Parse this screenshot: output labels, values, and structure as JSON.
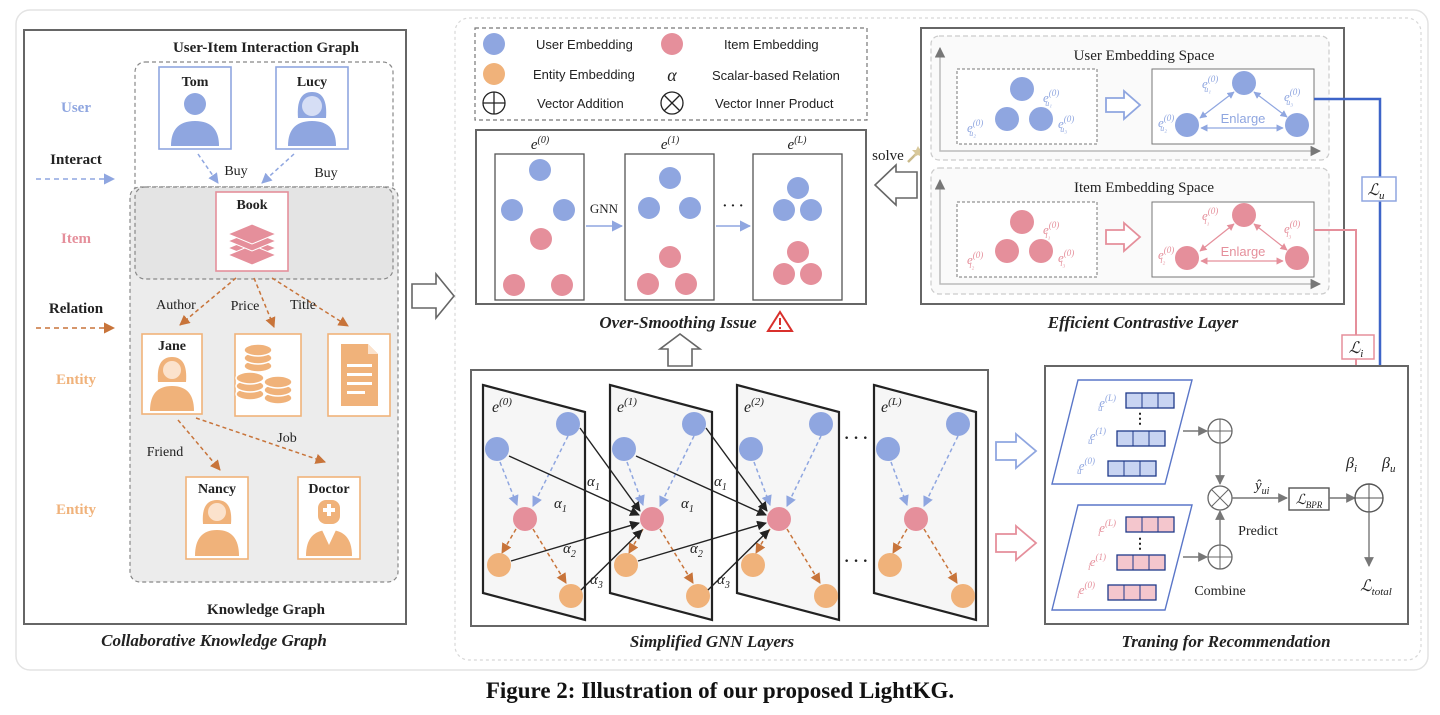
{
  "caption": "Figure 2: Illustration of our proposed LightKG.",
  "colors": {
    "user": "#8fa6e0",
    "item": "#e58f9b",
    "entity": "#f0b27a",
    "relation": "#c8743a",
    "panel_border": "#555555",
    "kg_fill": "#ececec"
  },
  "ckg": {
    "title": "Collaborative Knowledge Graph",
    "ui_graph_title": "User-Item Interaction Graph",
    "kg_title": "Knowledge Graph",
    "legend_user": "User",
    "legend_interact": "Interact",
    "legend_item": "Item",
    "legend_relation": "Relation",
    "legend_entity1": "Entity",
    "legend_entity2": "Entity",
    "user1": "Tom",
    "user2": "Lucy",
    "buy1": "Buy",
    "buy2": "Buy",
    "item": "Book",
    "rel_author": "Author",
    "rel_price": "Price",
    "rel_title": "Title",
    "entity_jane": "Jane",
    "rel_friend": "Friend",
    "rel_job": "Job",
    "entity_nancy": "Nancy",
    "entity_doctor": "Doctor"
  },
  "legend": {
    "user_embedding": "User Embedding",
    "item_embedding": "Item Embedding",
    "entity_embedding": "Entity Embedding",
    "alpha_symbol": "α",
    "scalar_relation": "Scalar-based Relation",
    "vector_addition": "Vector Addition",
    "vector_inner": "Vector Inner Product"
  },
  "oversmoothing": {
    "title": "Over-Smoothing Issue",
    "e0": "e",
    "e0_sup": "(0)",
    "e1": "e",
    "e1_sup": "(1)",
    "eL": "e",
    "eL_sup": "(L)",
    "gnn": "GNN",
    "dots": "· · ·",
    "solve": "solve"
  },
  "contrastive": {
    "title": "Efficient Contrastive Layer",
    "user_space": "User Embedding Space",
    "item_space": "Item Embedding Space",
    "enlarge_u": "Enlarge",
    "enlarge_i": "Enlarge",
    "eu1": "e",
    "eu2": "e",
    "eu3": "e",
    "ei1": "e",
    "ei2": "e",
    "ei3": "e"
  },
  "gnn": {
    "title": "Simplified GNN Layers",
    "l0": "(0)",
    "l1": "(1)",
    "l2": "(2)",
    "lL": "(L)",
    "a1": "α",
    "a2": "α",
    "a3": "α",
    "sub1": "1",
    "sub2": "2",
    "sub3": "3",
    "dots": "· · ·"
  },
  "training": {
    "title": "Traning for Recommendation",
    "predict": "Predict",
    "combine": "Combine",
    "yhat": "ŷ",
    "yhat_sub": "ui",
    "loss_bpr": "ℒ",
    "loss_bpr_sub": "BPR",
    "loss_u": "ℒ",
    "loss_u_sub": "u",
    "loss_i": "ℒ",
    "loss_i_sub": "i",
    "loss_total": "ℒ",
    "loss_total_sub": "total",
    "beta_i": "β",
    "beta_i_sub": "i",
    "beta_u": "β",
    "beta_u_sub": "u",
    "eu": "e",
    "ei": "e",
    "supL": "(L)",
    "sup1": "(1)",
    "sup0": "(0)",
    "sub_u": "u",
    "sub_i": "i"
  }
}
